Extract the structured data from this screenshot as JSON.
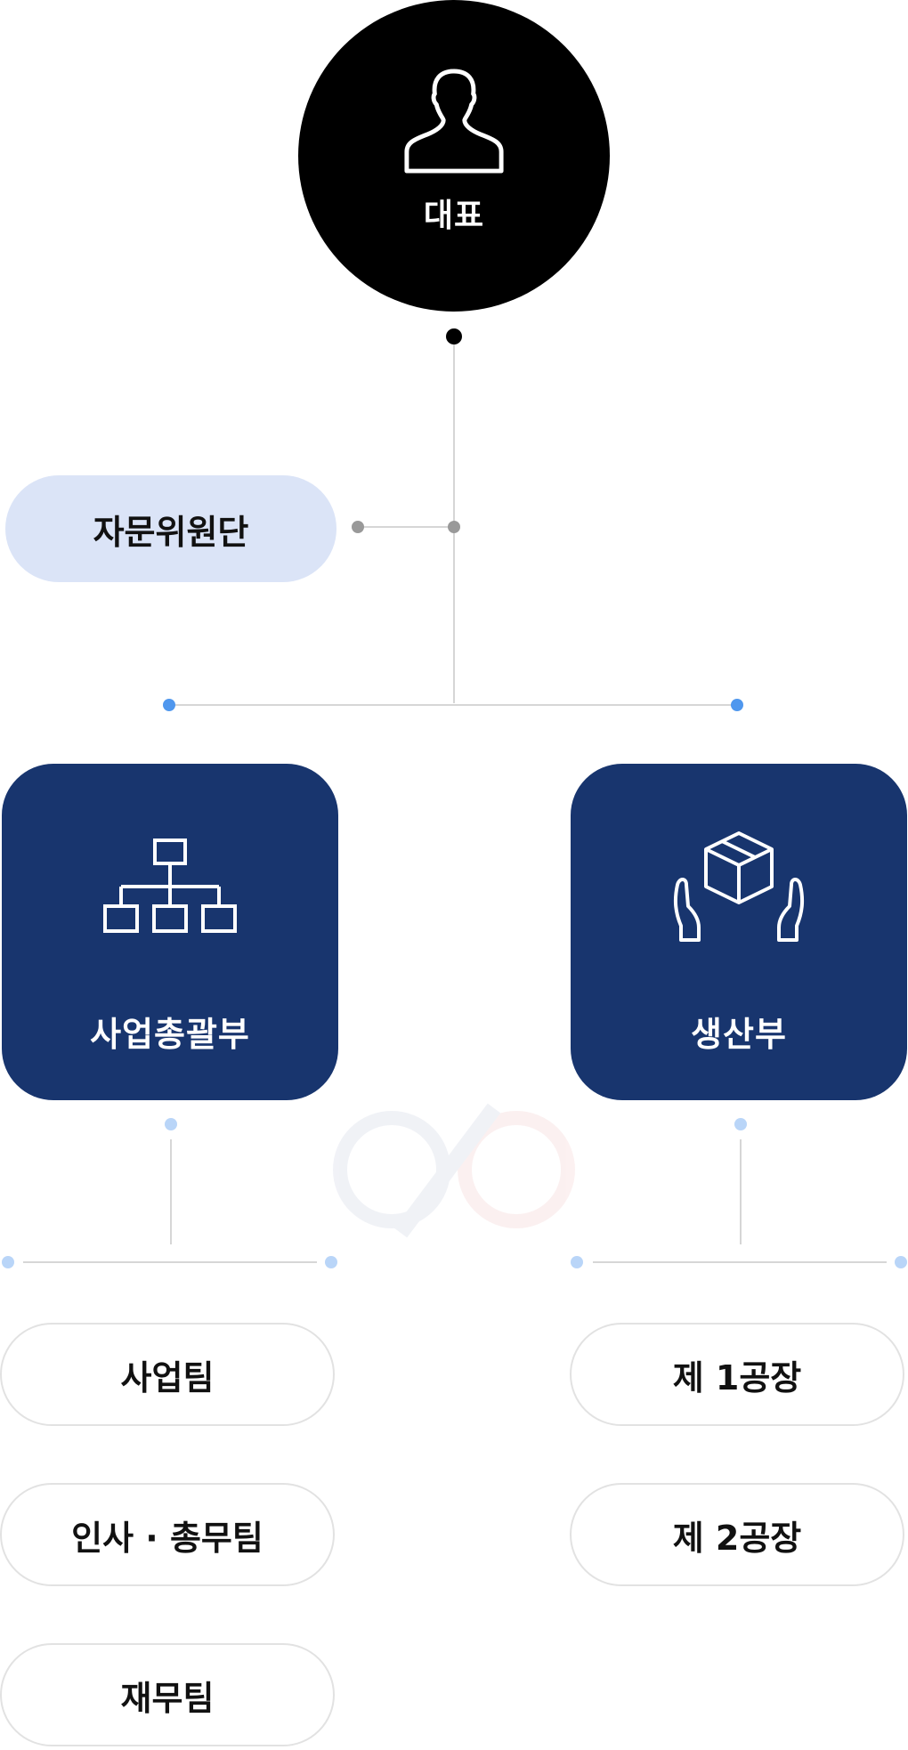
{
  "ceo": {
    "label": "대표",
    "icon": "person-icon"
  },
  "advisory": {
    "label": "자문위원단"
  },
  "departments": [
    {
      "label": "사업총괄부",
      "icon": "org-chart-icon",
      "teams": [
        "사업팀",
        "인사 · 총무팀",
        "재무팀"
      ]
    },
    {
      "label": "생산부",
      "icon": "box-in-hands-icon",
      "teams": [
        "제 1공장",
        "제 2공장"
      ]
    }
  ],
  "colors": {
    "ceo": "#000000",
    "advisory": "#dbe4f7",
    "department": "#18356e",
    "connector": "#d6d6d6",
    "dot_blue": "#4f97ee",
    "dot_light": "#b9d5f8",
    "dot_gray": "#999999"
  }
}
